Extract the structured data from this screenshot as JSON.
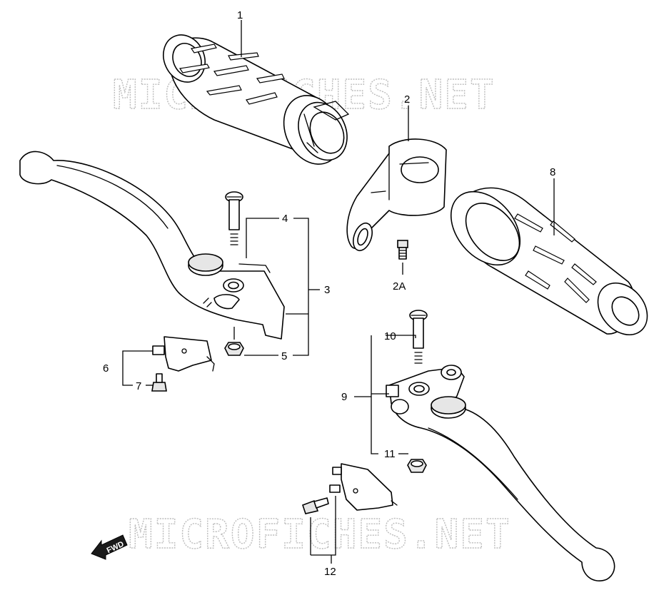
{
  "watermark": {
    "text": "MICROFICHES.NET"
  },
  "fwd_arrow": {
    "label": "FWD"
  },
  "callouts": [
    {
      "id": "1",
      "label": "1"
    },
    {
      "id": "2",
      "label": "2"
    },
    {
      "id": "2A",
      "label": "2A"
    },
    {
      "id": "3",
      "label": "3"
    },
    {
      "id": "4",
      "label": "4"
    },
    {
      "id": "5",
      "label": "5"
    },
    {
      "id": "6",
      "label": "6"
    },
    {
      "id": "7",
      "label": "7"
    },
    {
      "id": "8",
      "label": "8"
    },
    {
      "id": "9",
      "label": "9"
    },
    {
      "id": "10",
      "label": "10"
    },
    {
      "id": "11",
      "label": "11"
    },
    {
      "id": "12",
      "label": "12"
    }
  ]
}
